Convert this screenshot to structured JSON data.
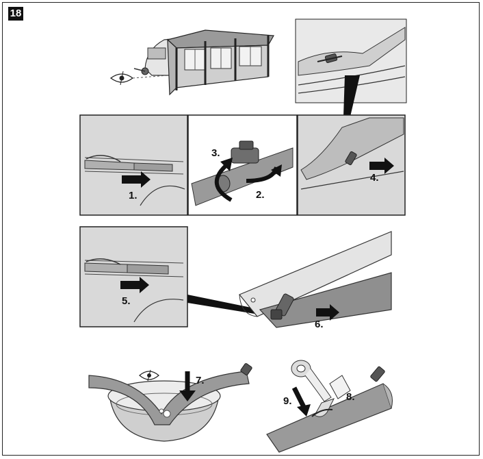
{
  "figure": {
    "number": "18",
    "steps": {
      "s1": "1.",
      "s2": "2.",
      "s3": "3.",
      "s4": "4.",
      "s5": "5.",
      "s6": "6.",
      "s7": "7.",
      "s8": "8.",
      "s9": "9."
    }
  }
}
